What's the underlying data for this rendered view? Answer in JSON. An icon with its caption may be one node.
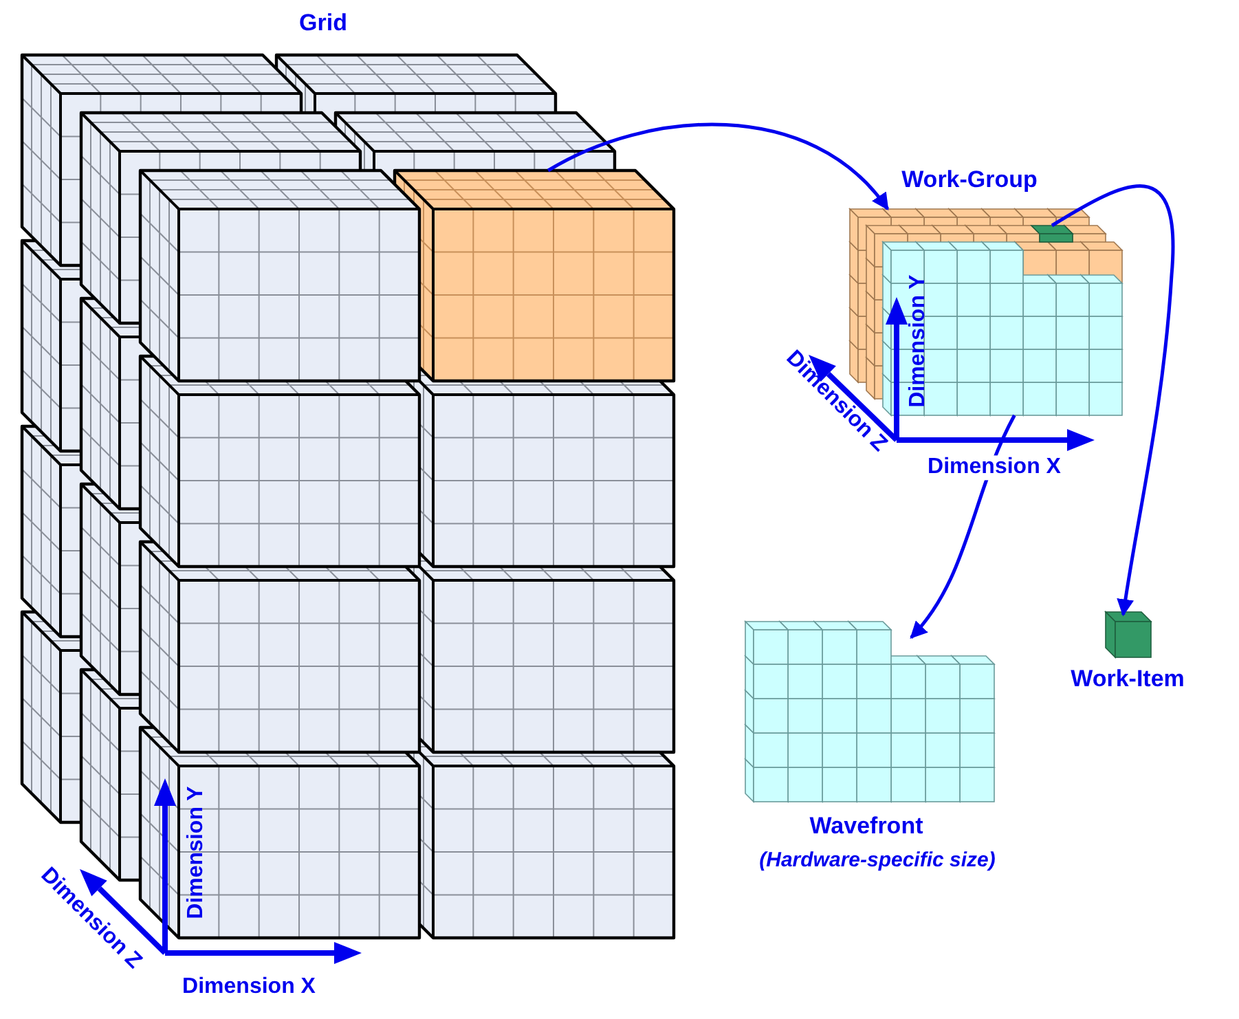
{
  "diagram": {
    "nodes": [
      {
        "text": [
          "Grid"
        ]
      },
      {
        "text": [],
        "shape": "box",
        "in": 0
      },
      {
        "text": [
          "Work-Group"
        ]
      },
      {
        "text": [],
        "shape": "box",
        "in": 2
      },
      {
        "text": [],
        "shape": "box",
        "in": 2
      },
      {
        "text": [
          "Wavefront",
          "(Hardware-specific size)"
        ]
      },
      {
        "text": [
          "Work-Item"
        ]
      }
    ],
    "edges": [
      {
        "from": 1,
        "to": 2,
        "arrow": "to"
      },
      {
        "from": 4,
        "to": 5,
        "arrow": "to"
      },
      {
        "from": 3,
        "to": 6,
        "arrow": "to"
      }
    ],
    "labels": [
      "Dimension Y",
      "Dimension Z",
      "Dimension X",
      "Dimension Y",
      "Dimension Z",
      "Dimension X"
    ]
  }
}
